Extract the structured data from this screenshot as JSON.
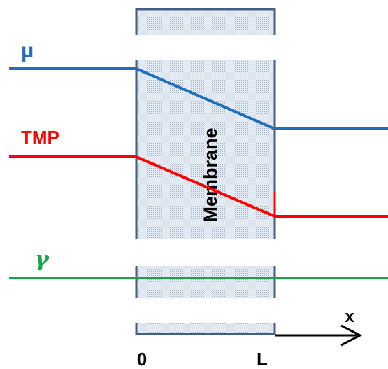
{
  "membrane": {
    "label": "Membrane",
    "fill_color": "#e6eef6",
    "border_color": "#3f5f85"
  },
  "profiles": {
    "mu": {
      "label": "μ",
      "color": "#1f6fbf"
    },
    "tmp": {
      "label": "TMP",
      "color": "#ff0000"
    },
    "gamma": {
      "label": "γ",
      "color": "#16a34a"
    }
  },
  "axis": {
    "start_label": "0",
    "end_label": "L",
    "variable_label": "x",
    "color": "#000000"
  }
}
